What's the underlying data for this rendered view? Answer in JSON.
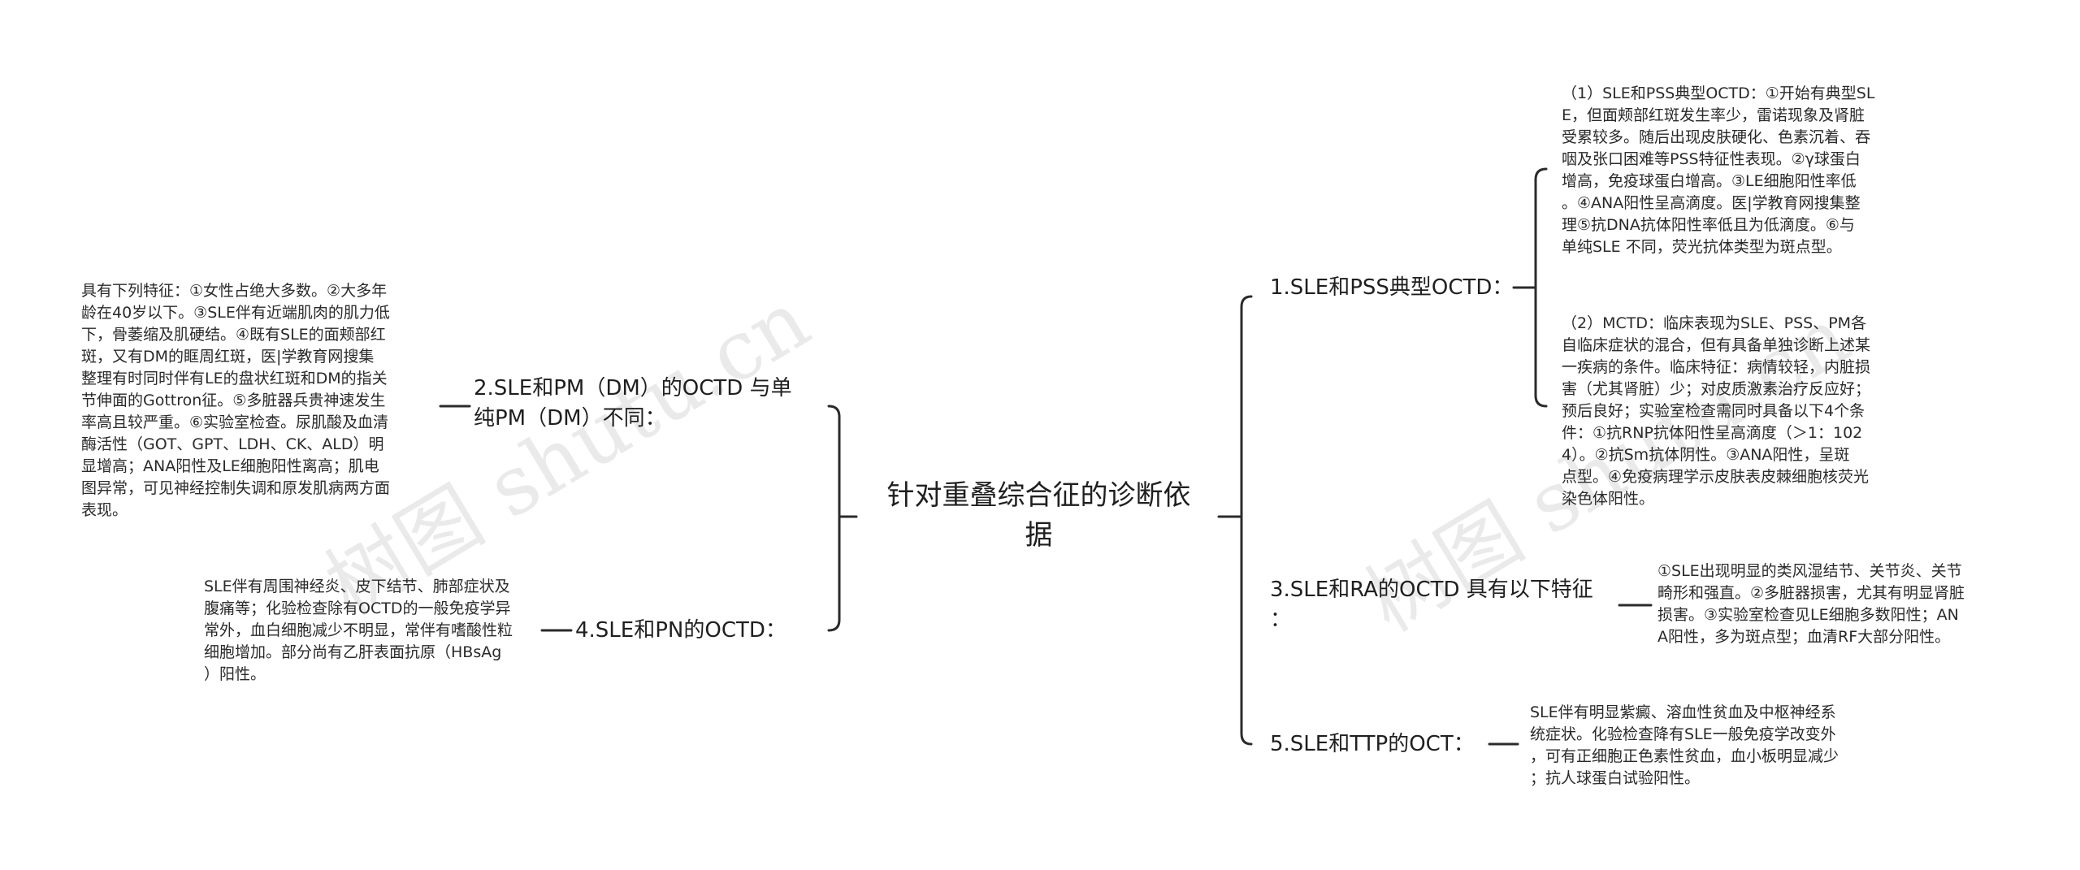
{
  "watermark": "树图 shutu.cn",
  "root": {
    "label": "针对重叠综合征的诊断依\n据"
  },
  "branches": {
    "b1": {
      "label": "1.SLE和PSS典型OCTD：",
      "leaves": [
        "（1）SLE和PSS典型OCTD：①开始有典型SL\nE，但面颊部红斑发生率少，雷诺现象及肾脏\n受累较多。随后出现皮肤硬化、色素沉着、吞\n咽及张口困难等PSS特征性表现。②γ球蛋白\n增高，免疫球蛋白增高。③LE细胞阳性率低\n。④ANA阳性呈高滴度。医|学教育网搜集整\n理⑤抗DNA抗体阳性率低且为低滴度。⑥与\n单纯SLE 不同，荧光抗体类型为斑点型。",
        "（2）MCTD：临床表现为SLE、PSS、PM各\n自临床症状的混合，但有具备单独诊断上述某\n一疾病的条件。临床特征：病情较轻，内脏损\n害（尤其肾脏）少；对皮质激素治疗反应好；\n预后良好；实验室检查需同时具备以下4个条\n件：①抗RNP抗体阳性呈高滴度（＞1：102\n4）。②抗Sm抗体阴性。③ANA阳性，呈斑\n点型。④免疫病理学示皮肤表皮棘细胞核荧光\n染色体阳性。"
      ]
    },
    "b2": {
      "label": "2.SLE和PM（DM）的OCTD 与单\n纯PM（DM）不同：",
      "leaf": "具有下列特征：①女性占绝大多数。②大多年\n龄在40岁以下。③SLE伴有近端肌肉的肌力低\n下，骨萎缩及肌硬结。④既有SLE的面颊部红\n斑，又有DM的眶周红斑，医|学教育网搜集\n整理有时同时伴有LE的盘状红斑和DM的指关\n节伸面的Gottron征。⑤多脏器兵贵神速发生\n率高且较严重。⑥实验室检查。尿肌酸及血清\n酶活性（GOT、GPT、LDH、CK、ALD）明\n显增高；ANA阳性及LE细胞阳性离高；肌电\n图异常，可见神经控制失调和原发肌病两方面\n表现。"
    },
    "b3": {
      "label": "3.SLE和RA的OCTD 具有以下特征\n：",
      "leaf": "①SLE出现明显的类风湿结节、关节炎、关节\n畸形和强直。②多脏器损害，尤其有明显肾脏\n损害。③实验室检查见LE细胞多数阳性；AN\nA阳性，多为斑点型；血清RF大部分阳性。"
    },
    "b4": {
      "label": "4.SLE和PN的OCTD：",
      "leaf": "SLE伴有周围神经炎、皮下结节、肺部症状及\n腹痛等；化验检查除有OCTD的一般免疫学异\n常外，血白细胞减少不明显，常伴有嗜酸性粒\n细胞增加。部分尚有乙肝表面抗原（HBsAg\n）阳性。"
    },
    "b5": {
      "label": "5.SLE和TTP的OCT：",
      "leaf": "SLE伴有明显紫癜、溶血性贫血及中枢神经系\n统症状。化验检查降有SLE一般免疫学改变外\n，可有正细胞正色素性贫血，血小板明显减少\n；抗人球蛋白试验阳性。"
    }
  }
}
